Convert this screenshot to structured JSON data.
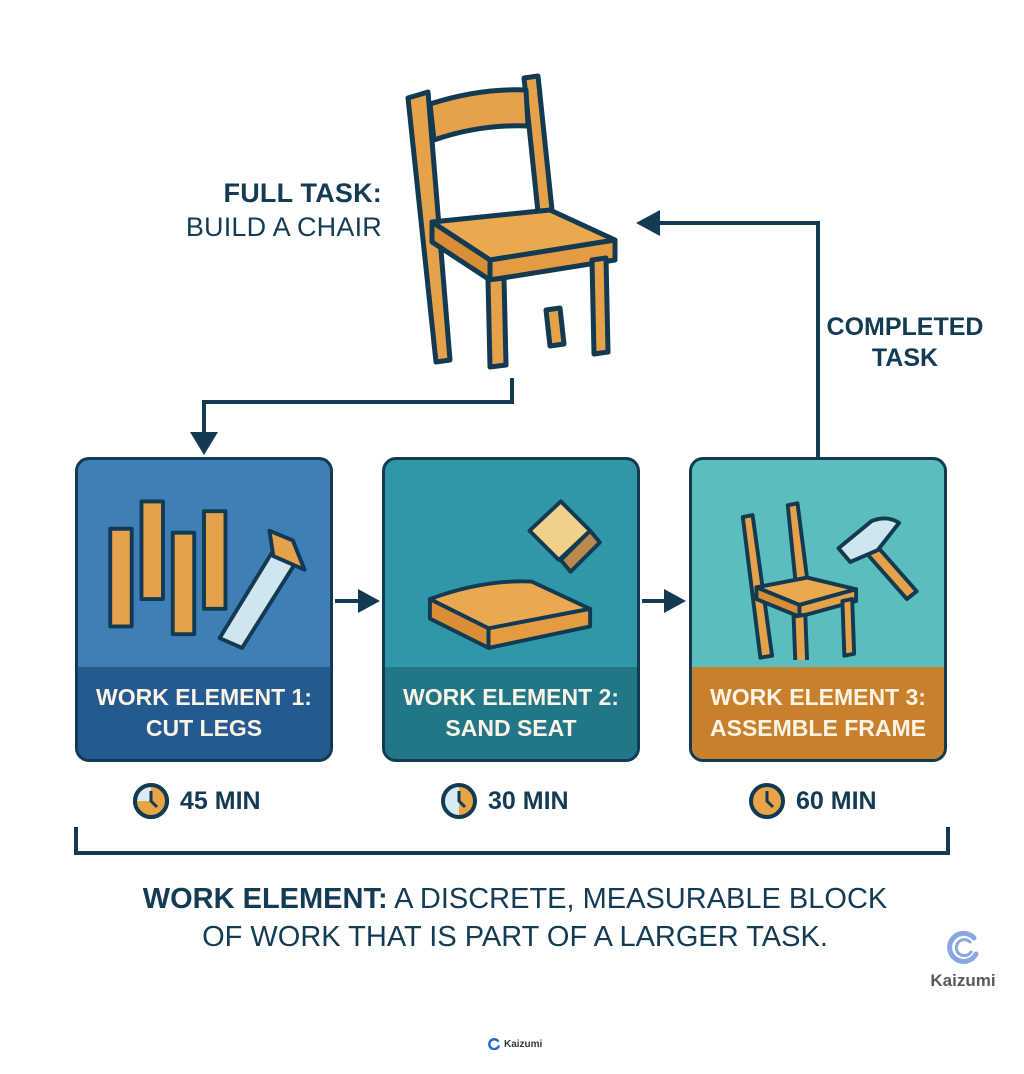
{
  "full_task": {
    "label_bold": "FULL TASK:",
    "label_text": "BUILD A CHAIR",
    "icon": "chair-icon"
  },
  "feedback": {
    "label_line1": "COMPLETED",
    "label_line2": "TASK"
  },
  "work_elements": [
    {
      "line1": "WORK ELEMENT 1:",
      "line2": "CUT LEGS",
      "icon": "legs-and-saw-icon",
      "duration": "45 MIN",
      "timer_fraction": 0.75,
      "bg_color": "#3d7fb6",
      "label_color": "#245a8f"
    },
    {
      "line1": "WORK ELEMENT 2:",
      "line2": "SAND SEAT",
      "icon": "seat-and-sandpaper-icon",
      "duration": "30 MIN",
      "timer_fraction": 0.5,
      "bg_color": "#2f97a8",
      "label_color": "#217688"
    },
    {
      "line1": "WORK ELEMENT 3:",
      "line2": "ASSEMBLE FRAME",
      "icon": "chair-frame-and-hammer-icon",
      "duration": "60 MIN",
      "timer_fraction": 1.0,
      "bg_color": "#5bbdbd",
      "label_color": "#c9802c"
    }
  ],
  "definition": {
    "term": "WORK ELEMENT:",
    "line1_rest": " A DISCRETE, MEASURABLE BLOCK",
    "line2": "OF WORK THAT IS PART OF A LARGER TASK."
  },
  "branding": {
    "logo_name": "Kaizumi",
    "footer_name": "Kaizumi"
  },
  "colors": {
    "outline": "#123a52",
    "wood": "#e6a24a",
    "wood_dark": "#c9802c"
  }
}
